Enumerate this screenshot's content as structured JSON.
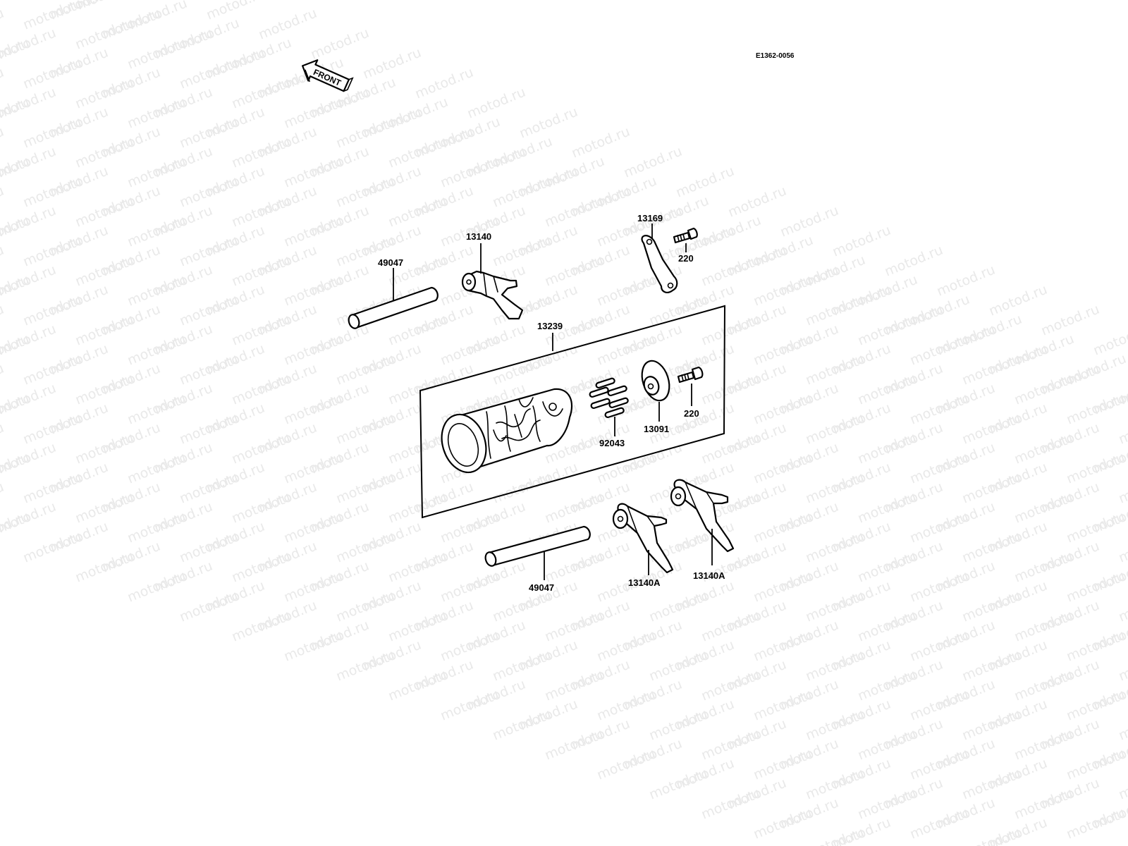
{
  "diagram_code": "E1362-0056",
  "front_arrow_text": "FRONT",
  "watermark_text": "motod.ru",
  "labels": {
    "rod_upper": "49047",
    "fork_upper": "13140",
    "plate": "13169",
    "bolt_upper": "220",
    "drum_assembly": "13239",
    "pins": "92043",
    "holder": "13091",
    "bolt_lower": "220",
    "rod_lower": "49047",
    "fork_a_left": "13140A",
    "fork_a_right": "13140A"
  }
}
